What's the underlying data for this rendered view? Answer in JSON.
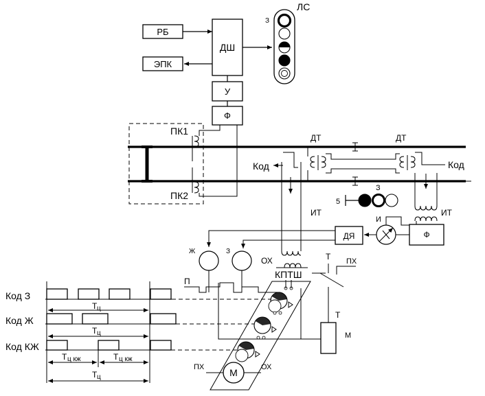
{
  "labels": {
    "rb": "РБ",
    "epk": "ЭПК",
    "dsh": "ДШ",
    "u": "У",
    "f_top": "Ф",
    "ls": "ЛС",
    "z_ls": "З",
    "pk1": "ПК1",
    "pk2": "ПК2",
    "dt_left": "ДТ",
    "dt_right": "ДТ",
    "kod_left": "Код",
    "kod_right": "Код",
    "signal_5": "5",
    "signal_z": "З",
    "it_left": "ИТ",
    "it_right": "ИТ",
    "i": "И",
    "f_right": "Ф",
    "dya": "ДЯ",
    "zh_relay": "Ж",
    "z_relay": "З",
    "ox_top": "ОХ",
    "kptsh": "КПТШ",
    "t_top": "Т",
    "px_top": "ПХ",
    "p": "П",
    "t_box": "Т",
    "m_box": "М",
    "px_bottom": "ПХ",
    "ox_bottom": "ОХ",
    "motor": "М"
  },
  "codes": {
    "kod_z": "Код З",
    "kod_zh": "Код Ж",
    "kod_kzh": "Код КЖ",
    "tc1_main": "T",
    "tc1_sub": "ц",
    "tc2_main": "T",
    "tc2_sub": "ц",
    "tc3_main": "T",
    "tc3_sub": "ц",
    "tczh1_main": "T",
    "tczh1_sub": "ц кж",
    "tczh2_main": "T",
    "tczh2_sub": "ц кж"
  }
}
